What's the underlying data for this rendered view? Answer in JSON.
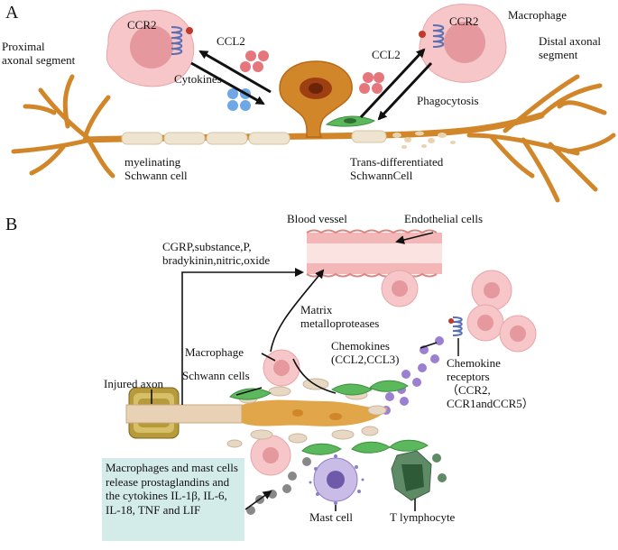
{
  "panels": {
    "a": "A",
    "b": "B"
  },
  "panel_a": {
    "proximal": "Proximal\naxonal segment",
    "distal": "Distal axonal\nsegment",
    "macrophage": "Macrophage",
    "ccr2_left": "CCR2",
    "ccr2_right": "CCR2",
    "ccl2_left": "CCL2",
    "ccl2_right": "CCL2",
    "cytokines": "Cytokines",
    "phagocytosis": "Phagocytosis",
    "myelinating": "myelinating\nSchwann cell",
    "transdiff": "Trans-differentiated\nSchwannCell"
  },
  "panel_b": {
    "blood_vessel": "Blood vessel",
    "endothelial": "Endothelial cells",
    "cgrp": "CGRP,substance,P,\nbradykinin,nitric,oxide",
    "matrix": "Matrix\nmetalloproteases",
    "macrophage": "Macrophage",
    "chemokines": "Chemokines\n(CCL2,CCL3)",
    "chemokine_receptors": "Chemokine\nreceptors\n（CCR2,\nCCR1andCCR5）",
    "schwann_cells": "Schwann cells",
    "injured_axon": "Injured axon",
    "release_box": "Macrophages and mast cells release prostaglandins and the cytokines IL-1β, IL-6, IL-18, TNF and LIF",
    "mast_cell": "Mast cell",
    "t_lymphocyte": "T lymphocyte"
  },
  "colors": {
    "axon": "#d2862a",
    "axon_dark": "#b86a16",
    "myelin": "#efe4cf",
    "macrophage": "#f6c6c8",
    "macrophage_nucleus": "#e5999e",
    "ccl2_dot": "#e5767c",
    "cytokine_dot": "#6fa6e6",
    "schwann_green": "#5cb85c",
    "chemokine_dot": "#9b7fd0",
    "vessel": "#f2b7b6",
    "release_box": "#d3ecea",
    "mast_cell": "#8e7ec4",
    "t_cell": "#5e8a66"
  }
}
